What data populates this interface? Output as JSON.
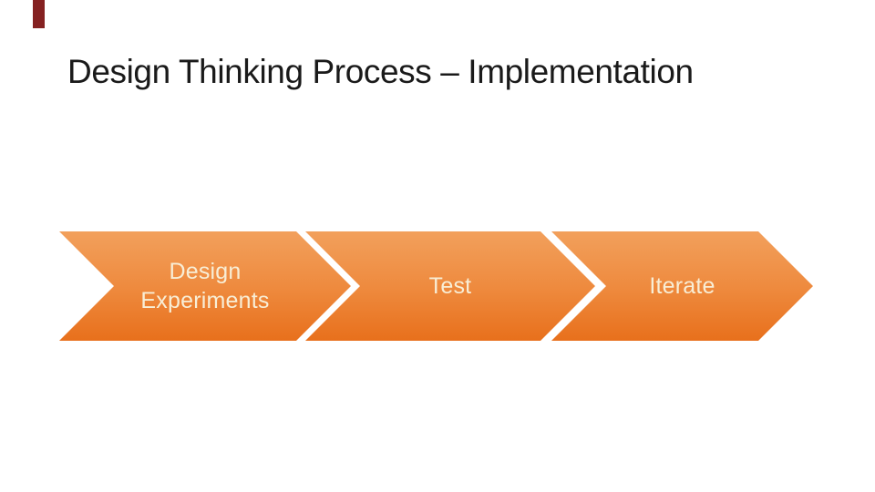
{
  "slide": {
    "title": "Design Thinking Process – Implementation"
  },
  "diagram": {
    "type": "chevron-process-flow",
    "steps": [
      {
        "label": "Design Experiments"
      },
      {
        "label": "Test"
      },
      {
        "label": "Iterate"
      }
    ]
  },
  "colors": {
    "background": "#FFFFFF",
    "title_text": "#1A1A1A",
    "chevron_gradient_top": "#F2A05C",
    "chevron_gradient_bottom": "#E8701C",
    "chevron_label_text": "#F8EED6",
    "ribbon": "#852121"
  }
}
